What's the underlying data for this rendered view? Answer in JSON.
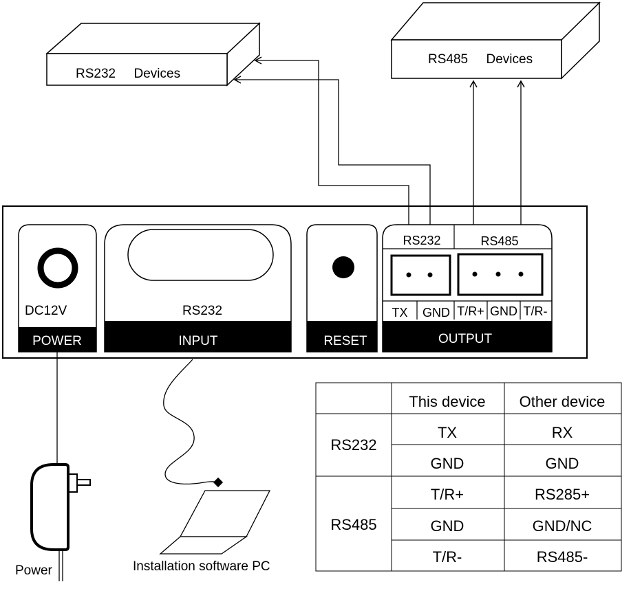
{
  "devices": {
    "rs232": "RS232     Devices",
    "rs485": "RS485     Devices"
  },
  "panel": {
    "power": {
      "caption": "DC12V",
      "label": "POWER"
    },
    "input": {
      "caption": "RS232",
      "label": "INPUT"
    },
    "reset": {
      "label": "RESET"
    },
    "output": {
      "label": "OUTPUT",
      "group_rs232": "RS232",
      "group_rs485": "RS485",
      "pins": [
        "TX",
        "GND",
        "T/R+",
        "GND",
        "T/R-"
      ]
    }
  },
  "peripherals": {
    "power": "Power",
    "pc": "Installation software PC"
  },
  "table": {
    "headers": [
      "",
      "This device",
      "Other device"
    ],
    "groups": [
      {
        "name": "RS232",
        "rows": [
          [
            "TX",
            "RX"
          ],
          [
            "GND",
            "GND"
          ]
        ]
      },
      {
        "name": "RS485",
        "rows": [
          [
            "T/R+",
            "RS285+"
          ],
          [
            "GND",
            "GND/NC"
          ],
          [
            "T/R-",
            "RS485-"
          ]
        ]
      }
    ]
  }
}
